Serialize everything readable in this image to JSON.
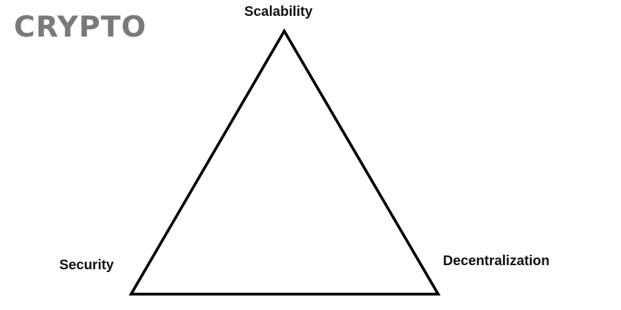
{
  "brand": {
    "text": "CRYPTO",
    "color": "#7a7a7a"
  },
  "diagram": {
    "shape": "triangle",
    "line_color": "#000000",
    "vertices": {
      "top": "Scalability",
      "bottom_left": "Security",
      "bottom_right": "Decentralization"
    }
  }
}
